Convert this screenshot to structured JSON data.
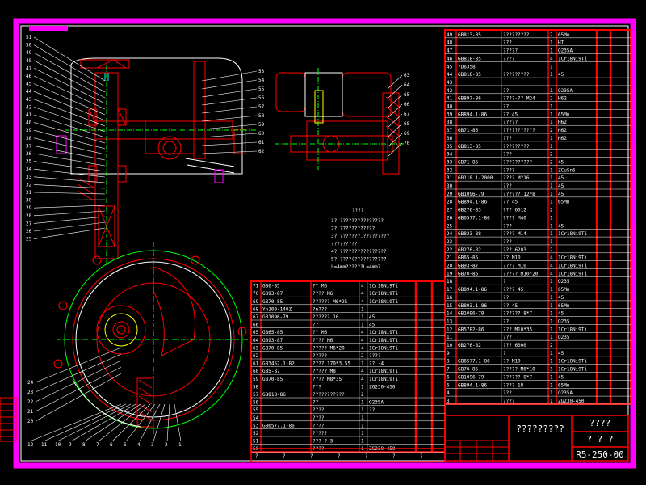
{
  "title_block": {
    "name": "?????????",
    "company": "????",
    "sheet": "? ? ?",
    "drawing_no": "R5-250-00"
  },
  "tech_notes": {
    "heading": "????",
    "lines": [
      "1? ???????????????",
      "2? ????????????",
      "3? ???????,?????????",
      "   ?????????",
      "4? ????????????????",
      "5? ????(??)????????",
      "   L=4mm??????L=4mm?"
    ]
  },
  "view_leaders": {
    "main_left": [
      "51",
      "50",
      "49",
      "48",
      "47",
      "46",
      "45",
      "44",
      "43",
      "42",
      "41",
      "40",
      "39",
      "38",
      "37",
      "36",
      "35",
      "34",
      "33",
      "32",
      "31",
      "30",
      "29",
      "28",
      "27",
      "26",
      "25"
    ],
    "main_right": [
      "53",
      "54",
      "55",
      "56",
      "57",
      "58",
      "59",
      "60",
      "61",
      "62"
    ],
    "side_right": [
      "63",
      "64",
      "65",
      "66",
      "67",
      "68",
      "69",
      "70"
    ],
    "bottom_left": [
      "24",
      "23",
      "22",
      "21",
      "20"
    ],
    "bottom_row": [
      "12",
      "11",
      "10",
      "9",
      "8",
      "7",
      "6",
      "5",
      "4",
      "3",
      "2",
      "1"
    ]
  },
  "parts_right": [
    [
      "49",
      "GB813-85",
      "?????????",
      "2",
      "65Mn",
      "",
      ""
    ],
    [
      "48",
      "",
      "???",
      "1",
      "HT",
      "",
      ""
    ],
    [
      "47",
      "",
      "?????",
      "1",
      "Q235A",
      "",
      ""
    ],
    [
      "46",
      "GB818-85",
      "????",
      "4",
      "1Cr18Ni9Ti",
      "",
      ""
    ],
    [
      "45",
      "YD6358",
      "",
      "1",
      "",
      "",
      ""
    ],
    [
      "44",
      "GB818-85",
      "?????????",
      "1",
      "45",
      "",
      ""
    ],
    [
      "43",
      "",
      "",
      "",
      " ",
      "",
      ""
    ],
    [
      "42",
      "",
      "??",
      "1",
      "Q235A",
      "",
      ""
    ],
    [
      "41",
      "GB897-86",
      "????-?? M24",
      "2",
      "H62",
      "",
      ""
    ],
    [
      "40",
      "",
      "??",
      "1",
      "",
      "",
      ""
    ],
    [
      "39",
      "GB894.1-86",
      "?? 45",
      "1",
      "65Mn",
      "",
      ""
    ],
    [
      "38",
      "",
      "?????",
      "1",
      "H62",
      "",
      ""
    ],
    [
      "37",
      "GB71-85",
      "???????????",
      "2",
      "H62",
      "",
      ""
    ],
    [
      "36",
      "",
      "???",
      "1",
      "H62",
      "",
      ""
    ],
    [
      "35",
      "GB813-85",
      "?????????",
      "1",
      "",
      "",
      ""
    ],
    [
      "34",
      "",
      "???",
      "2",
      "",
      "",
      ""
    ],
    [
      "33",
      "GB71-85",
      "??????????",
      "2",
      "45",
      "",
      ""
    ],
    [
      "32",
      "",
      "????",
      "1",
      "ZCuSn5",
      "",
      ""
    ],
    [
      "31",
      "GB118.1-2000",
      "???? M?16",
      "1",
      "45",
      "",
      ""
    ],
    [
      "30",
      "",
      "???",
      "1",
      "45",
      "",
      ""
    ],
    [
      "29",
      "GB1096-79",
      "?????? 12*8",
      "1",
      "45",
      "",
      ""
    ],
    [
      "28",
      "GB894.1-86",
      "?? 45",
      "1",
      "65Mn",
      "",
      ""
    ],
    [
      "27",
      "GB276-83",
      "??? 6012",
      "2",
      "",
      "",
      ""
    ],
    [
      "26",
      "GB6577.1-86",
      "???? M40",
      "1",
      "",
      "",
      ""
    ],
    [
      "25",
      "",
      "???",
      "1",
      "45",
      "",
      ""
    ],
    [
      "24",
      "GB823-88",
      "???? M14",
      "1",
      "1Cr18Ni9Ti",
      "",
      ""
    ],
    [
      "23",
      "",
      "???",
      "1",
      "",
      "",
      ""
    ],
    [
      "22",
      "GB276-82",
      "??? 6203",
      "2",
      "",
      "",
      ""
    ],
    [
      "21",
      "GB65-85",
      "?? M10",
      "4",
      "1Cr18Ni9Ti",
      "",
      ""
    ],
    [
      "20",
      "GB93-87",
      "???? M10",
      "4",
      "1Cr18Ni9Ti",
      "",
      ""
    ],
    [
      "19",
      "GB70-85",
      "????? M10*20",
      "4",
      "1Cr18Ni9Ti",
      "",
      ""
    ],
    [
      "18",
      "",
      "?",
      "1",
      "Q235",
      "",
      ""
    ],
    [
      "17",
      "GB894.1-86",
      "???? 45",
      "1",
      "65Mn",
      "",
      ""
    ],
    [
      "16",
      "",
      "??",
      "1",
      "45",
      "",
      ""
    ],
    [
      "15",
      "GB893.1-86",
      "?? 45",
      "1",
      "65Mn",
      "",
      ""
    ],
    [
      "14",
      "GB1096-79",
      "?????? 8*7",
      "1",
      "45",
      "",
      ""
    ],
    [
      "13",
      "",
      "??",
      "1",
      "Q235",
      "",
      ""
    ],
    [
      "12",
      "GB5782-86",
      "??? M10*35",
      "1",
      "1Cr18Ni9Ti",
      "",
      ""
    ],
    [
      "11",
      "",
      "???",
      "1",
      "Q235",
      "",
      ""
    ],
    [
      "10",
      "GB276-82",
      "??? 6000",
      "2",
      "",
      "",
      ""
    ],
    [
      "9",
      "",
      "?",
      "1",
      "45",
      "",
      ""
    ],
    [
      "8",
      "GB6577.1-86",
      "?? M10",
      "1",
      "1Cr18Ni9Ti",
      "",
      ""
    ],
    [
      "7",
      "GB70-85",
      "????? M6*10",
      "3",
      "1Cr18Ni9Ti",
      "",
      ""
    ],
    [
      "6",
      "GB1096-79",
      "?????? 8*7",
      "1",
      "45",
      "",
      ""
    ],
    [
      "5",
      "GB894.1-86",
      "???? 18",
      "1",
      "65Mn",
      "",
      ""
    ],
    [
      "4",
      "",
      "???",
      "1",
      "Q235A",
      "",
      ""
    ],
    [
      "3",
      "",
      "????",
      "1",
      "ZG230-450",
      "",
      ""
    ]
  ],
  "parts_left": [
    [
      "71",
      "GB6-85",
      "?? M6",
      "4",
      "1Cr18Ni9Ti",
      "",
      ""
    ],
    [
      "70",
      "GB93-87",
      "???? M6",
      "4",
      "1Cr18Ni9Ti",
      "",
      ""
    ],
    [
      "69",
      "GB70-85",
      "?????? M6*25",
      "4",
      "1Cr18Ni9Ti",
      "",
      ""
    ],
    [
      "68",
      "Yn100-140Z",
      "?n???",
      "1",
      "",
      "",
      ""
    ],
    [
      "67",
      "GB1096-79",
      "?????? 10",
      "1",
      "45",
      "",
      ""
    ],
    [
      "66",
      "",
      "??",
      "1",
      "45",
      "",
      ""
    ],
    [
      "65",
      "GB65-85",
      "?? M6",
      "4",
      "1Cr18Ni9Ti",
      "",
      ""
    ],
    [
      "64",
      "GB93-87",
      "???? M6",
      "4",
      "1Cr18Ni9Ti",
      "",
      ""
    ],
    [
      "63",
      "GB70-85",
      "????? M6*20",
      "4",
      "1Cr18Ni9Ti",
      "",
      ""
    ],
    [
      "62",
      "",
      "?????",
      "2",
      "????",
      "",
      ""
    ],
    [
      "61",
      "GB3452.1-82",
      "???? 170*3.55",
      "1",
      "?? -4",
      "",
      ""
    ],
    [
      "60",
      "GB5-87",
      "????? M8",
      "4",
      "1Cr18Ni9Ti",
      "",
      ""
    ],
    [
      "59",
      "GB70-85",
      "???? M8*35",
      "4",
      "1Cr18Ni9Ti",
      "",
      ""
    ],
    [
      "58",
      "",
      "???",
      "1",
      "ZG230-450",
      "",
      ""
    ],
    [
      "57",
      "GB818-86",
      "???????????",
      "2",
      "",
      "",
      ""
    ],
    [
      "56",
      "",
      "??",
      "1",
      "Q235A",
      "",
      ""
    ],
    [
      "55",
      "",
      "????",
      "1",
      "??",
      "",
      ""
    ],
    [
      "54",
      "",
      "????",
      "1",
      "",
      "",
      ""
    ],
    [
      "53",
      "GB6577.1-86",
      "????",
      "1",
      "",
      "",
      ""
    ],
    [
      "52",
      "",
      "?????",
      "1",
      "",
      "",
      ""
    ],
    [
      "51",
      "",
      "??? ?-3",
      "1",
      "",
      "",
      ""
    ],
    [
      "50",
      "",
      "????",
      "1",
      "ZG230-450",
      "",
      ""
    ]
  ],
  "footer_labels": [
    "?",
    "?",
    "?",
    "?",
    "?",
    "?",
    "?"
  ]
}
